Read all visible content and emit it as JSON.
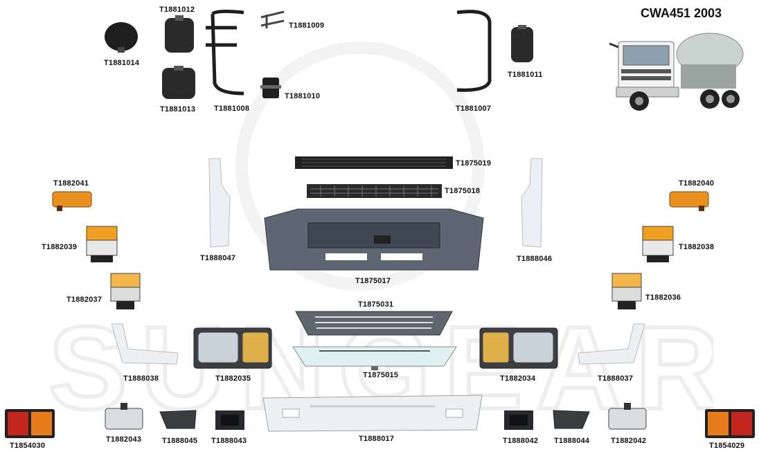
{
  "title": "CWA451 2003",
  "parts": {
    "p1881014": "T1881014",
    "p1881012": "T1881012",
    "p1881013": "T1881013",
    "p1881008": "T1881008",
    "p1881009": "T1881009",
    "p1881010": "T1881010",
    "p1881007": "T1881007",
    "p1881011": "T1881011",
    "p1875019": "T1875019",
    "p1875018": "T1875018",
    "p1882041": "T1882041",
    "p1882040": "T1882040",
    "p1882039": "T1882039",
    "p1882038": "T1882038",
    "p1888047": "T1888047",
    "p1888046": "T1888046",
    "p1875017": "T1875017",
    "p1882037": "T1882037",
    "p1882036": "T1882036",
    "p1875031": "T1875031",
    "p1888038": "T1888038",
    "p1882035": "T1882035",
    "p1875015": "T1875015",
    "p1882034": "T1882034",
    "p1888037": "T1888037",
    "p1854030": "T1854030",
    "p1882043": "T1882043",
    "p1888045": "T1888045",
    "p1888043": "T1888043",
    "p1888017": "T1888017",
    "p1888042": "T1888042",
    "p1888044": "T1888044",
    "p1882042": "T1882042",
    "p1854029": "T1854029"
  }
}
